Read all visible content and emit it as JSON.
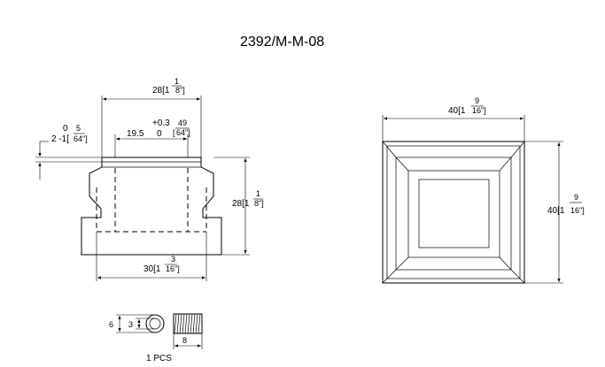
{
  "drawing": {
    "title": "2392/M-M-08"
  },
  "side_view": {
    "top_width": {
      "inch_num": "1",
      "main": "28[1",
      "inch_den": "8\"]"
    },
    "bore_depth": {
      "tol_upper": "+0.3",
      "tol_lower": "0",
      "frac_num": "49",
      "frac_den": "64\"]",
      "open_bracket": "[",
      "value": "19.5"
    },
    "top_chamfer": {
      "tol_upper": "0",
      "frac_num": "5",
      "frac_den": "64\"]",
      "tol_lower": "2 -1["
    },
    "height": {
      "inch_num": "1",
      "main": "28[1",
      "inch_den": "8\"]"
    },
    "base_width": {
      "inch_num": "3",
      "main": "30[1",
      "inch_den": "16\"]"
    }
  },
  "top_view": {
    "width": {
      "inch_num": "9",
      "main": "40[1",
      "inch_den": "16\"]"
    },
    "height": {
      "inch_num": "9",
      "main": "40[1",
      "inch_den": "16\"]"
    }
  },
  "set_screw": {
    "diameter": "6",
    "inner": "3",
    "length": "8",
    "quantity": "1 PCS"
  }
}
